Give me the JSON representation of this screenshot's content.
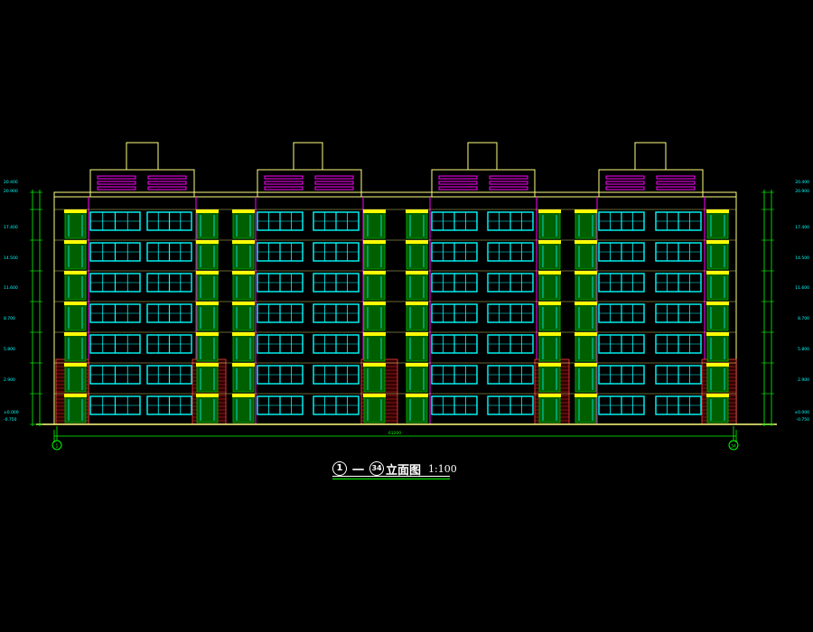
{
  "drawing": {
    "title_start": "1",
    "title_dash": "一",
    "title_end": "34",
    "title_name": "立面图",
    "title_scale": "1:100",
    "colors": {
      "background": "#000000",
      "outline": "#ffff80",
      "window": "#00ffff",
      "balcony": "#00a000",
      "brick": "#ff4040",
      "dimension": "#00ff00",
      "roof_vent": "#ff00ff",
      "level_line": "#ffff00"
    },
    "axis_left": "1",
    "axis_right": "34",
    "level_labels_left": [
      "20.400",
      "20.900",
      "17.400",
      "14.500",
      "11.600",
      "8.700",
      "5.800",
      "2.900",
      "±0.000",
      "-0.750"
    ],
    "level_labels_right": [
      "20.400",
      "20.900",
      "17.400",
      "14.500",
      "11.600",
      "8.700",
      "5.800",
      "2.900",
      "±0.000",
      "-0.750"
    ],
    "overall_dim": "61200"
  }
}
